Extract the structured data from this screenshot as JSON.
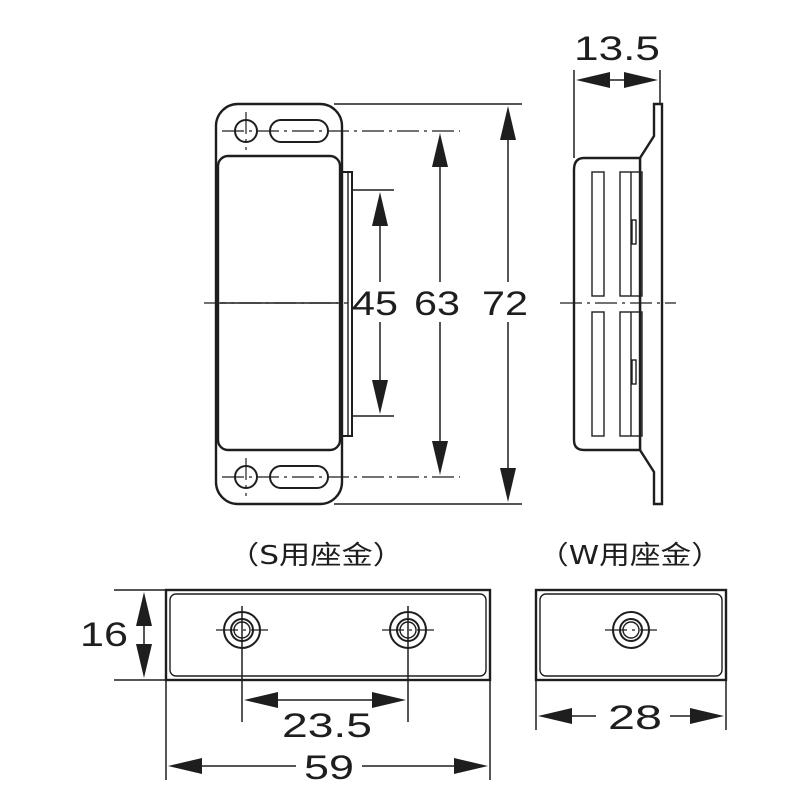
{
  "dimensions": {
    "d_13_5": "13.5",
    "d_45": "45",
    "d_63": "63",
    "d_72": "72",
    "d_16": "16",
    "d_23_5": "23.5",
    "d_59": "59",
    "d_28": "28"
  },
  "labels": {
    "s_plate": "（S用座金）",
    "w_plate": "（W用座金）"
  }
}
